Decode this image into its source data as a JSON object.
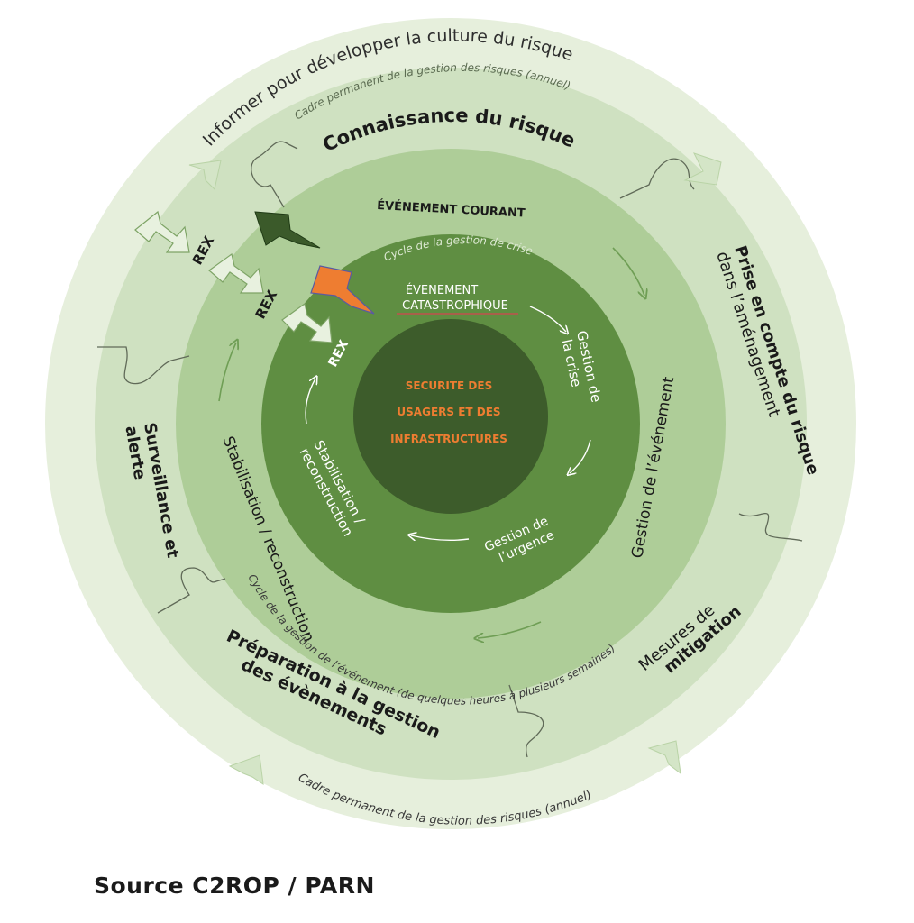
{
  "outer_ring": {
    "arc_top": "Informer pour développer la culture du risque",
    "arc_bottom": "Cadre permanent de la gestion des risques (annuel)"
  },
  "permanent_ring": {
    "arc_top": "Cadre permanent de la gestion des risques (annuel)",
    "arc_bottom": "Cycle de la gestion de l’événement (de quelques heures à plusieurs semaines)",
    "connaissance": "Connaissance du risque",
    "prise_line1": "Prise en compte du risque",
    "prise_line2": "dans l’aménagement",
    "mesures_line1": "Mesures de",
    "mesures_line2": "mitigation",
    "preparation_line1": "Préparation à la gestion",
    "preparation_line2": "des évènements",
    "surveillance_line1": "Surveillance et",
    "surveillance_line2": "alerte",
    "rex": "REX"
  },
  "event_ring": {
    "title": "ÉVÉNEMENT COURANT",
    "gestion_evenement": "Gestion de l’événement",
    "stabilisation": "Stabilisation / reconstruction",
    "rex": "REX"
  },
  "crisis_ring": {
    "arc_top": "Cycle de la gestion de crise",
    "evenement_line1": "ÉVENEMENT",
    "evenement_line2": "CATASTROPHIQUE",
    "gestion_crise_line1": "Gestion de",
    "gestion_crise_line2": "la crise",
    "gestion_urgence_line1": "Gestion de",
    "gestion_urgence_line2": "l’urgence",
    "stabilisation_line1": "Stabilisation /",
    "stabilisation_line2": "reconstruction",
    "rex": "REX"
  },
  "center": {
    "line1": "Securite des",
    "line2": "usagers et des",
    "line3": "infrastructures"
  },
  "footer": {
    "source": "Source C2ROP / PARN"
  },
  "colors": {
    "outer": "#e6efdc",
    "permanent": "#cfe1c1",
    "event": "#aecd98",
    "crisis": "#5f8e42",
    "center": "#3d5c2b",
    "center_text": "#ee7d31",
    "lightning_dark": "#3b5a2a",
    "lightning_orange": "#ee7d31",
    "underline_red": "#c0504d",
    "underline_blue": "#1f4e9c"
  }
}
